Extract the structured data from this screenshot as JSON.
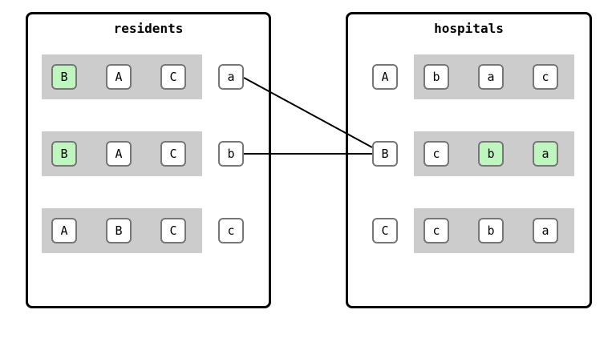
{
  "residents": {
    "title": "residents",
    "rows": [
      {
        "name": "a",
        "prefs": [
          {
            "label": "B",
            "matched": true
          },
          {
            "label": "A",
            "matched": false
          },
          {
            "label": "C",
            "matched": false
          }
        ]
      },
      {
        "name": "b",
        "prefs": [
          {
            "label": "B",
            "matched": true
          },
          {
            "label": "A",
            "matched": false
          },
          {
            "label": "C",
            "matched": false
          }
        ]
      },
      {
        "name": "c",
        "prefs": [
          {
            "label": "A",
            "matched": false
          },
          {
            "label": "B",
            "matched": false
          },
          {
            "label": "C",
            "matched": false
          }
        ]
      }
    ]
  },
  "hospitals": {
    "title": "hospitals",
    "rows": [
      {
        "name": "A",
        "prefs": [
          {
            "label": "b",
            "matched": false
          },
          {
            "label": "a",
            "matched": false
          },
          {
            "label": "c",
            "matched": false
          }
        ]
      },
      {
        "name": "B",
        "prefs": [
          {
            "label": "c",
            "matched": false
          },
          {
            "label": "b",
            "matched": true
          },
          {
            "label": "a",
            "matched": true
          }
        ]
      },
      {
        "name": "C",
        "prefs": [
          {
            "label": "c",
            "matched": false
          },
          {
            "label": "b",
            "matched": false
          },
          {
            "label": "a",
            "matched": false
          }
        ]
      }
    ]
  },
  "matches": [
    {
      "resident": "a",
      "hospital": "B"
    },
    {
      "resident": "b",
      "hospital": "B"
    }
  ],
  "colors": {
    "matched": "#bff5bf",
    "bar": "#cccccc",
    "border": "#777777"
  }
}
